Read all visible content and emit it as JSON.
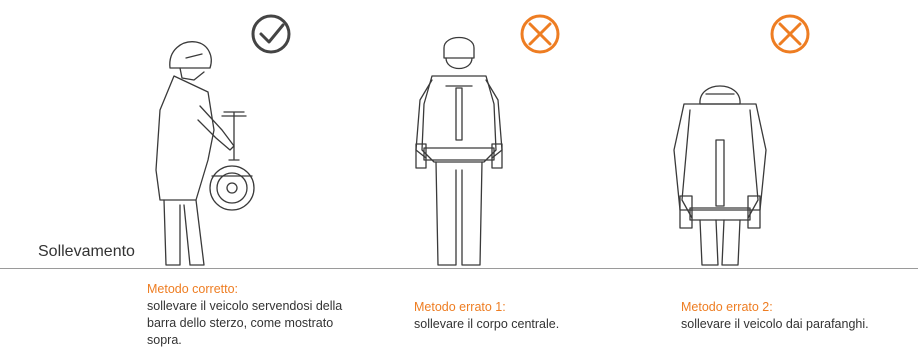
{
  "section_title": "Sollevamento",
  "colors": {
    "accent": "#ee7d22",
    "ok": "#444444",
    "line": "#9a9a9a"
  },
  "icons": [
    "checkmark-circle-icon",
    "cross-circle-icon",
    "cross-circle-icon"
  ],
  "methods": [
    {
      "title": "Metodo corretto:",
      "text": "sollevare il veicolo servendosi della barra dello sterzo, come mostrato sopra.",
      "status": "correct"
    },
    {
      "title": "Metodo errato 1:",
      "text": "sollevare il corpo centrale.",
      "status": "wrong"
    },
    {
      "title": "Metodo errato 2:",
      "text": "sollevare il veicolo dai parafanghi.",
      "status": "wrong"
    }
  ]
}
